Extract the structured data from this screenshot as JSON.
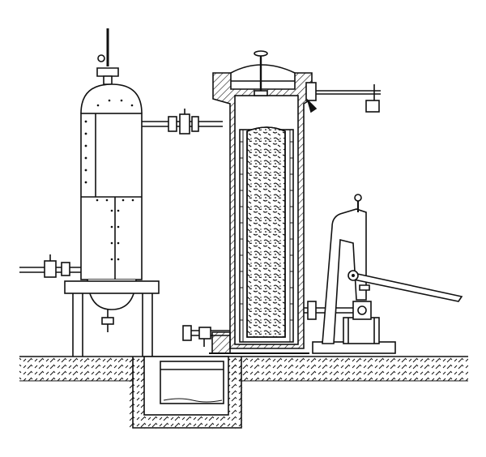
{
  "illustration": {
    "style": "engraving",
    "ink_color": "#111111",
    "paper_color": "#ffffff",
    "components": [
      {
        "name": "riveted-pressure-vessel",
        "icon": "cylinder-tank-icon"
      },
      {
        "name": "connecting-pipe-with-valve",
        "icon": "pipe-valve-icon"
      },
      {
        "name": "masonry-furnace-column",
        "icon": "brick-furnace-icon"
      },
      {
        "name": "central-fuel-charge",
        "icon": "fuel-column-icon"
      },
      {
        "name": "safety-valve-with-weight",
        "icon": "lever-weight-icon"
      },
      {
        "name": "hand-pump",
        "icon": "pump-icon"
      },
      {
        "name": "underground-pit",
        "icon": "pit-icon"
      }
    ]
  }
}
